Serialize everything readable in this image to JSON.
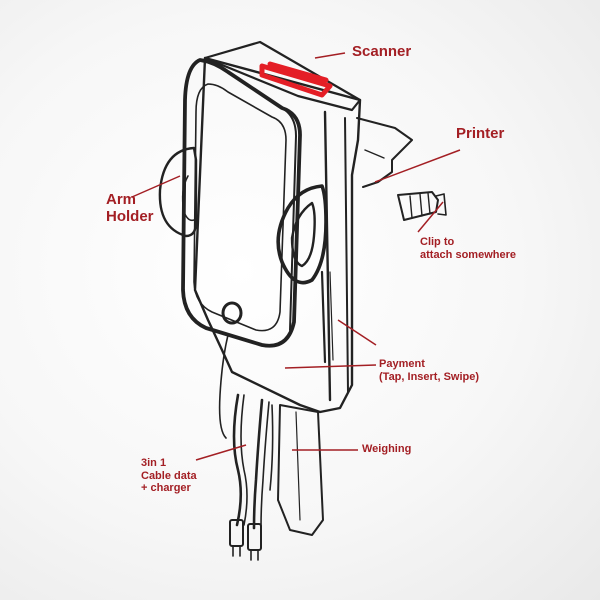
{
  "colors": {
    "annotation": "#a31f24",
    "scanner_accent": "#e41e26",
    "sketch_stroke": "#222222",
    "paper": "#f7f7f7"
  },
  "labels": {
    "scanner": "Scanner",
    "printer": "Printer",
    "arm_holder_line1": "Arm",
    "arm_holder_line2": "Holder",
    "clip_line1": "Clip to",
    "clip_line2": "attach somewhere",
    "payment_line1": "Payment",
    "payment_line2": "(Tap, Insert, Swipe)",
    "weighing": "Weighing",
    "cable_line1": "3in 1",
    "cable_line2": "Cable data",
    "cable_line3": "+ charger"
  }
}
